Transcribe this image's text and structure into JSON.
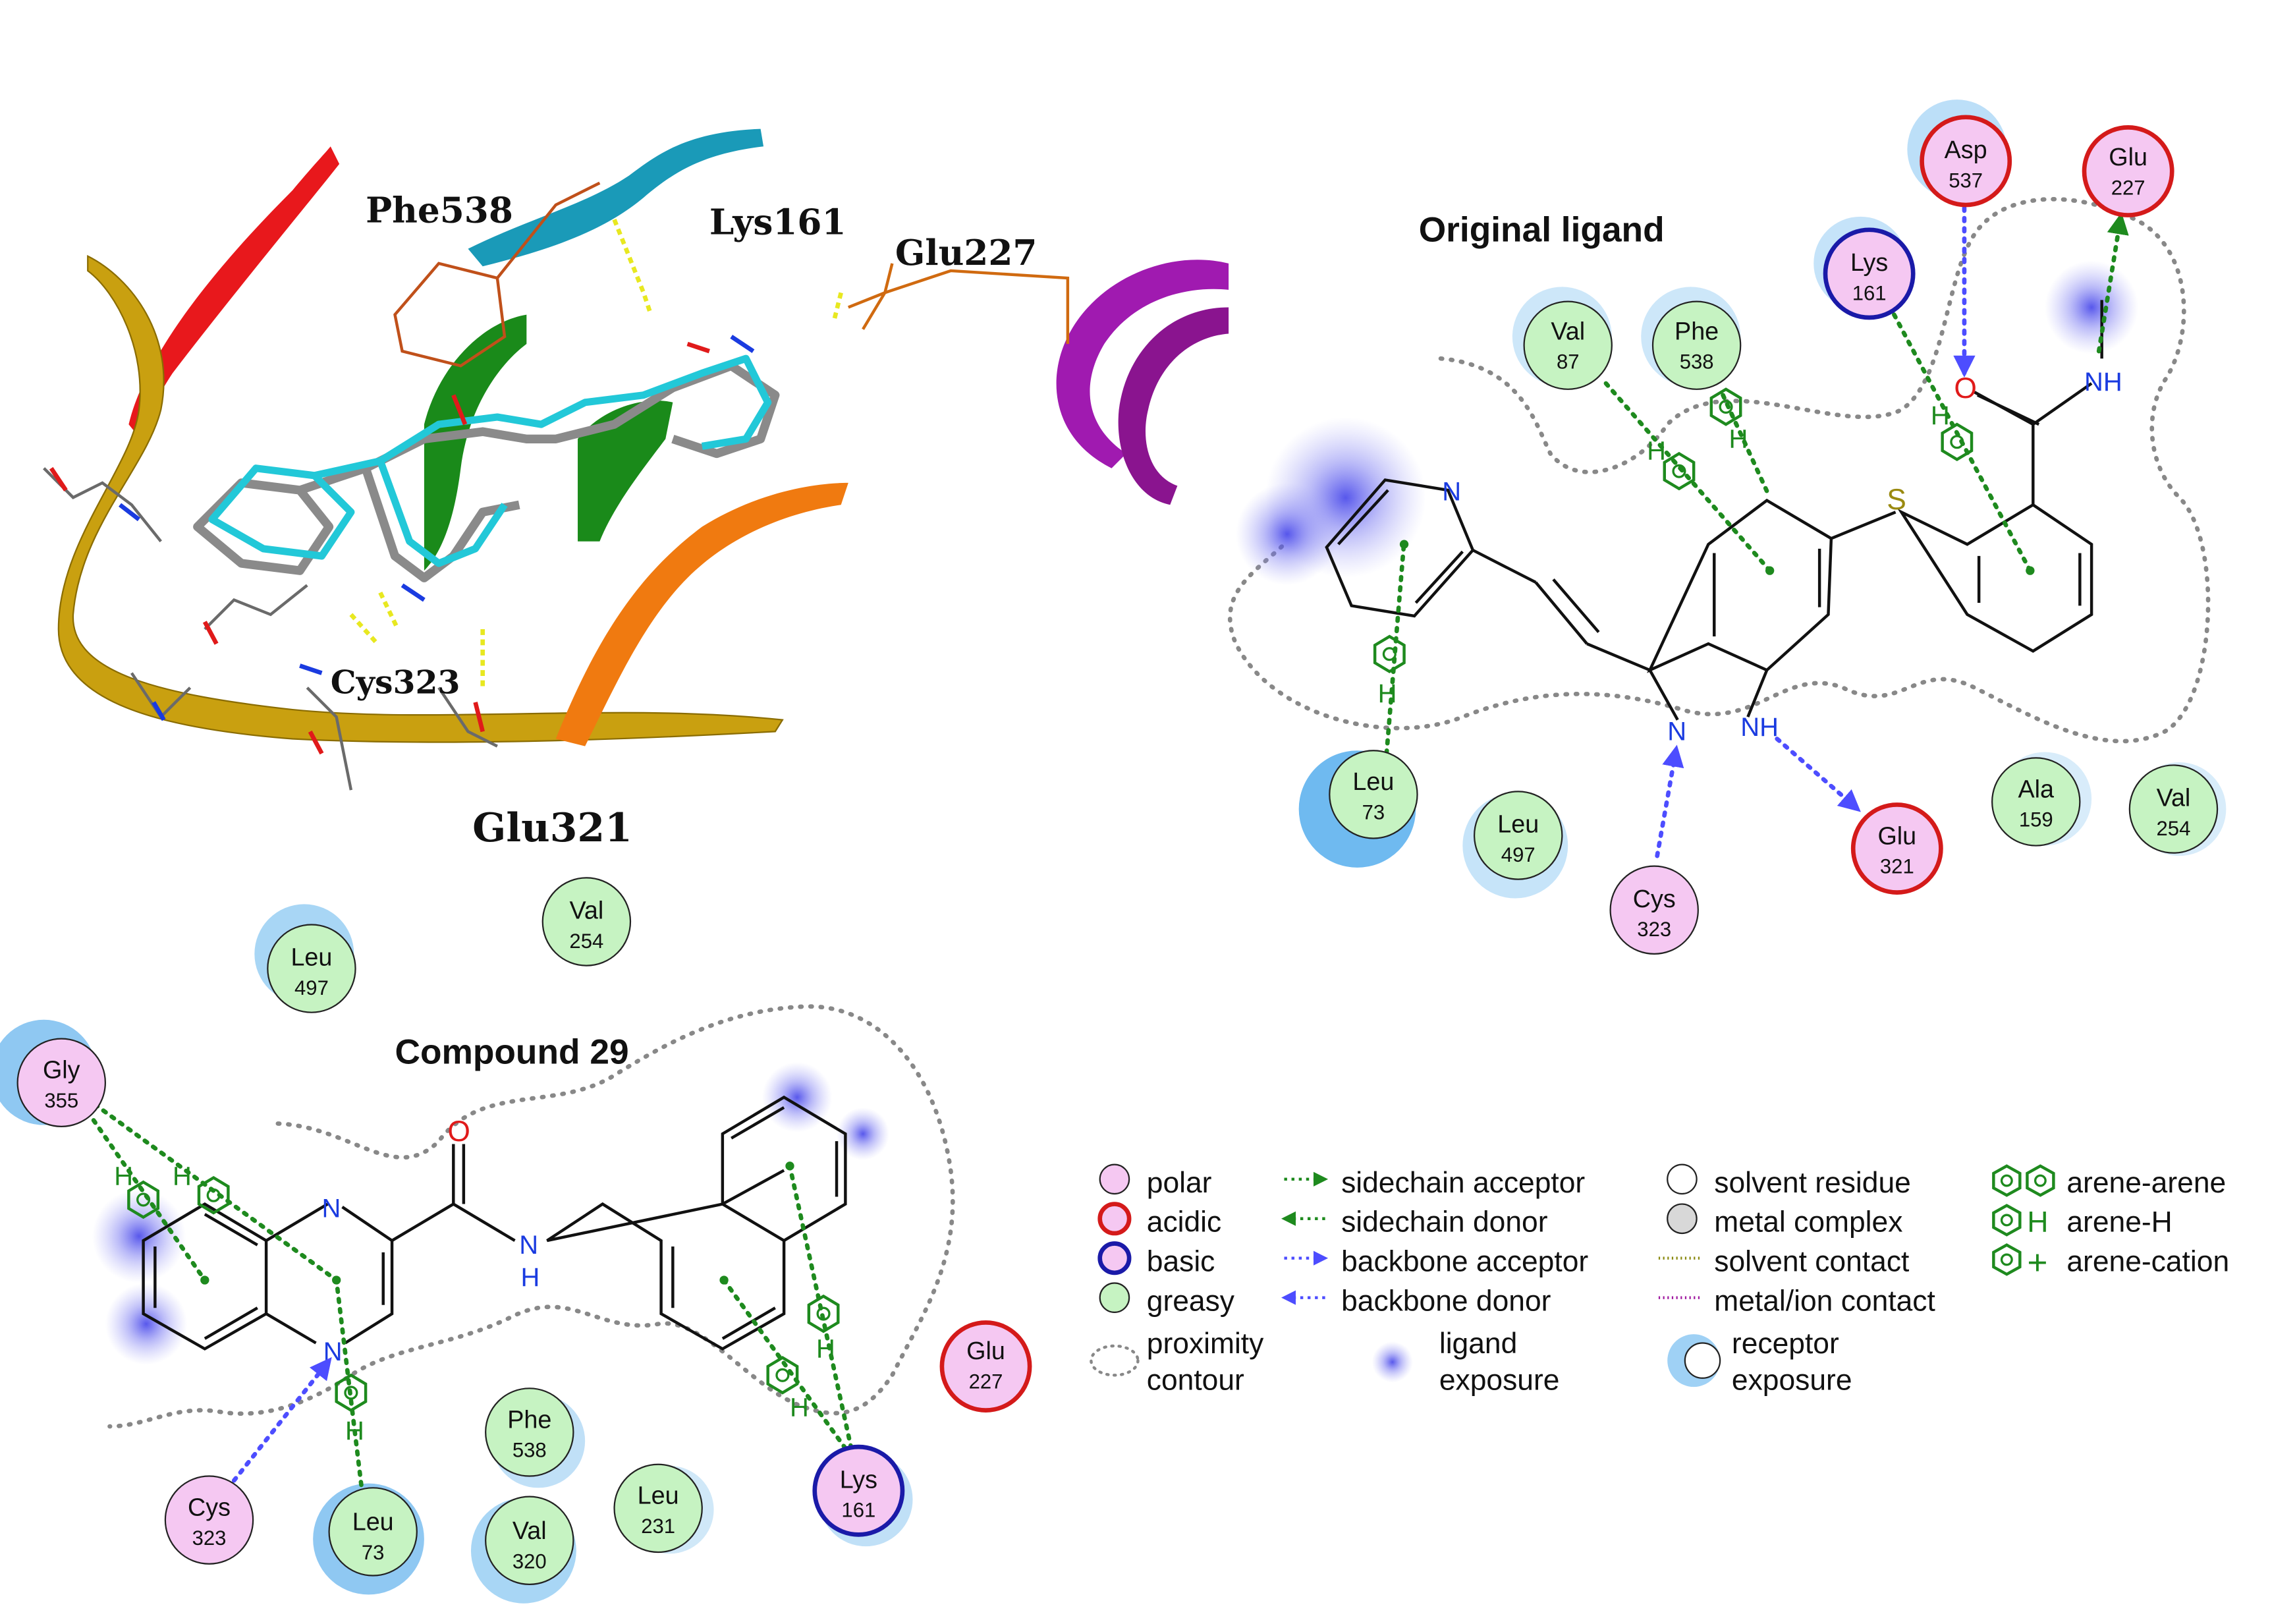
{
  "panel_3d": {
    "labels": {
      "phe538": "Phe538",
      "lys161": "Lys161",
      "glu227": "Glu227",
      "cys323": "Cys323",
      "glu321": "Glu321"
    }
  },
  "original": {
    "title": "Original ligand",
    "residues": {
      "asp537": {
        "name": "Asp",
        "num": "537",
        "type": "acidic"
      },
      "glu227": {
        "name": "Glu",
        "num": "227",
        "type": "acidic"
      },
      "lys161": {
        "name": "Lys",
        "num": "161",
        "type": "basic"
      },
      "val87": {
        "name": "Val",
        "num": "87",
        "type": "greasy"
      },
      "phe538": {
        "name": "Phe",
        "num": "538",
        "type": "greasy"
      },
      "leu73": {
        "name": "Leu",
        "num": "73",
        "type": "greasy"
      },
      "leu497": {
        "name": "Leu",
        "num": "497",
        "type": "greasy"
      },
      "cys323": {
        "name": "Cys",
        "num": "323",
        "type": "polar"
      },
      "glu321": {
        "name": "Glu",
        "num": "321",
        "type": "acidic"
      },
      "ala159": {
        "name": "Ala",
        "num": "159",
        "type": "greasy"
      },
      "val254": {
        "name": "Val",
        "num": "254",
        "type": "greasy"
      }
    },
    "atoms": {
      "n_pyr": "N",
      "s": "S",
      "o": "O",
      "nh_amide": "NH",
      "n_ind": "N",
      "nh_ind": "NH",
      "h_leu": "H",
      "h_val": "H",
      "h_phe": "H",
      "h_lys": "H"
    }
  },
  "compound29": {
    "title": "Compound 29",
    "residues": {
      "gly355": {
        "name": "Gly",
        "num": "355",
        "type": "polar"
      },
      "leu497": {
        "name": "Leu",
        "num": "497",
        "type": "greasy"
      },
      "val254": {
        "name": "Val",
        "num": "254",
        "type": "greasy"
      },
      "phe538": {
        "name": "Phe",
        "num": "538",
        "type": "greasy"
      },
      "leu231": {
        "name": "Leu",
        "num": "231",
        "type": "greasy"
      },
      "val320": {
        "name": "Val",
        "num": "320",
        "type": "greasy"
      },
      "cys323": {
        "name": "Cys",
        "num": "323",
        "type": "polar"
      },
      "leu73": {
        "name": "Leu",
        "num": "73",
        "type": "greasy"
      },
      "lys161": {
        "name": "Lys",
        "num": "161",
        "type": "basic"
      },
      "glu227": {
        "name": "Glu",
        "num": "227",
        "type": "acidic"
      }
    },
    "atoms": {
      "n1": "N",
      "n2": "N",
      "o": "O",
      "n_amide": "N",
      "h_amide": "H",
      "h_gly1": "H",
      "h_gly2": "H",
      "h_leu": "H",
      "h_lys1": "H",
      "h_lys2": "H"
    }
  },
  "legend": {
    "col1": [
      "polar",
      "acidic",
      "basic",
      "greasy",
      "proximity",
      "contour"
    ],
    "col2": [
      "sidechain acceptor",
      "sidechain donor",
      "backbone acceptor",
      "backbone donor",
      "ligand",
      "exposure"
    ],
    "col3": [
      "solvent residue",
      "metal complex",
      "solvent contact",
      "metal/ion contact",
      "receptor",
      "exposure"
    ],
    "col4": [
      "arene-arene",
      "arene-H",
      "arene-cation"
    ],
    "glyph_h": "H",
    "glyph_plus": "+"
  },
  "colors": {
    "polar": "#f5c8f2",
    "acidic_border": "#d41a1a",
    "basic_border": "#1a1aa8",
    "greasy": "#c6f3c2",
    "hbond_green": "#1e8a1e",
    "hbond_blue": "#4d4dff",
    "nitrogen": "#1a3be0",
    "oxygen": "#e01a1a",
    "sulfur": "#9a8a10"
  }
}
